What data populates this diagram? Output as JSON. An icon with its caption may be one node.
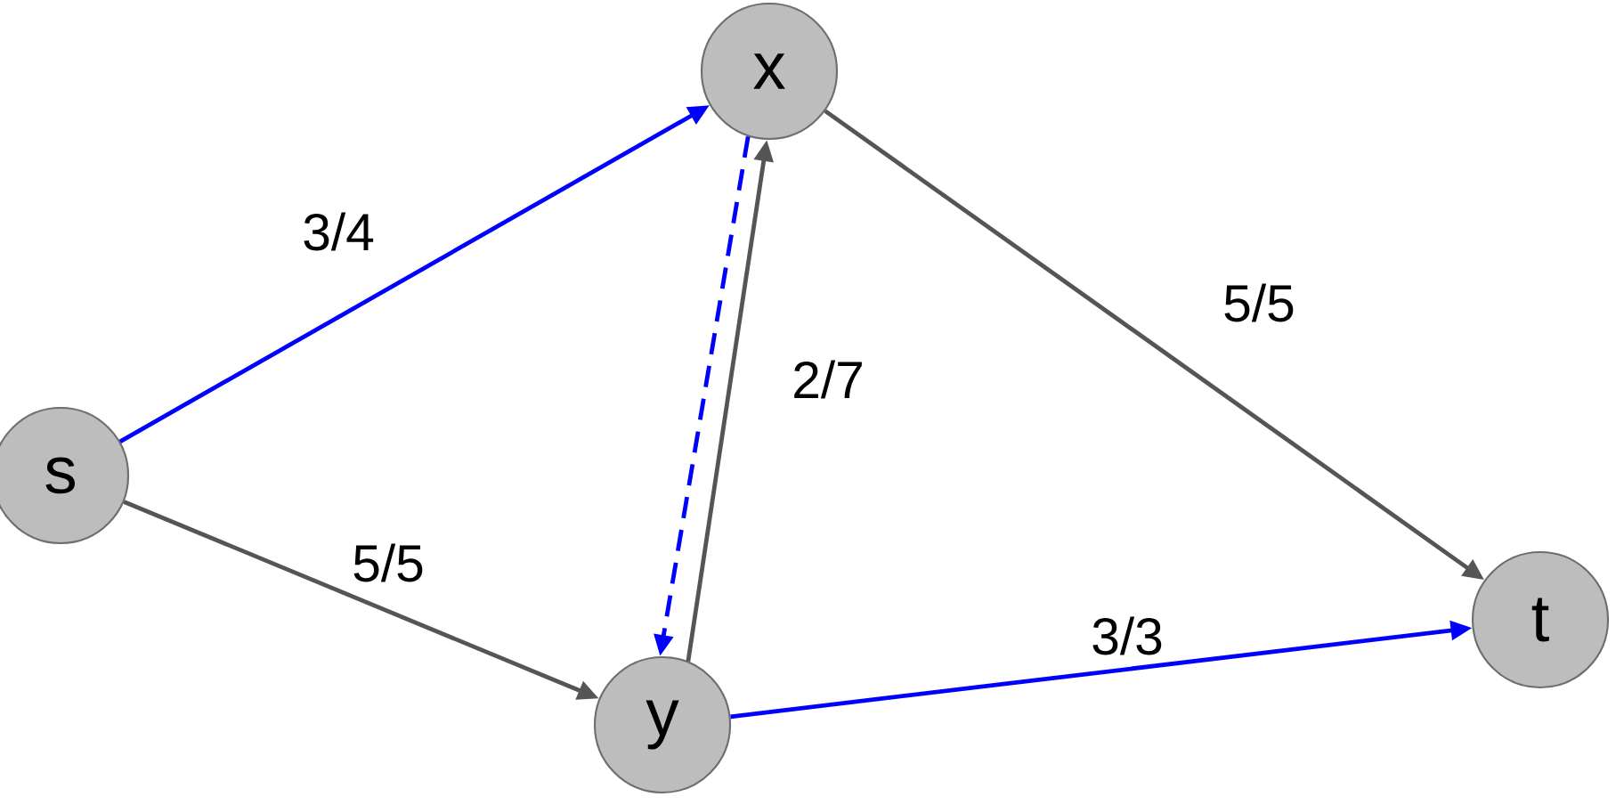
{
  "diagram": {
    "nodes": [
      {
        "text": [
          "s"
        ]
      },
      {
        "text": [
          "x"
        ]
      },
      {
        "text": [
          "t"
        ]
      },
      {
        "text": [
          "y"
        ]
      }
    ],
    "edges": [
      {
        "from": 0,
        "to": 1,
        "arrow": "to",
        "label": "3/4",
        "color": "#0000ff"
      },
      {
        "from": 0,
        "to": 3,
        "arrow": "to",
        "label": "5/5",
        "color": "#555555"
      },
      {
        "from": 3,
        "to": 1,
        "arrow": "to",
        "label": "2/7",
        "color": "#555555"
      },
      {
        "from": 1,
        "to": 3,
        "arrow": "to",
        "style": "dashed",
        "color": "#0000ff"
      },
      {
        "from": 1,
        "to": 2,
        "arrow": "to",
        "label": "5/5",
        "color": "#555555"
      },
      {
        "from": 3,
        "to": 2,
        "arrow": "to",
        "label": "3/3",
        "color": "#0000ff"
      }
    ]
  }
}
